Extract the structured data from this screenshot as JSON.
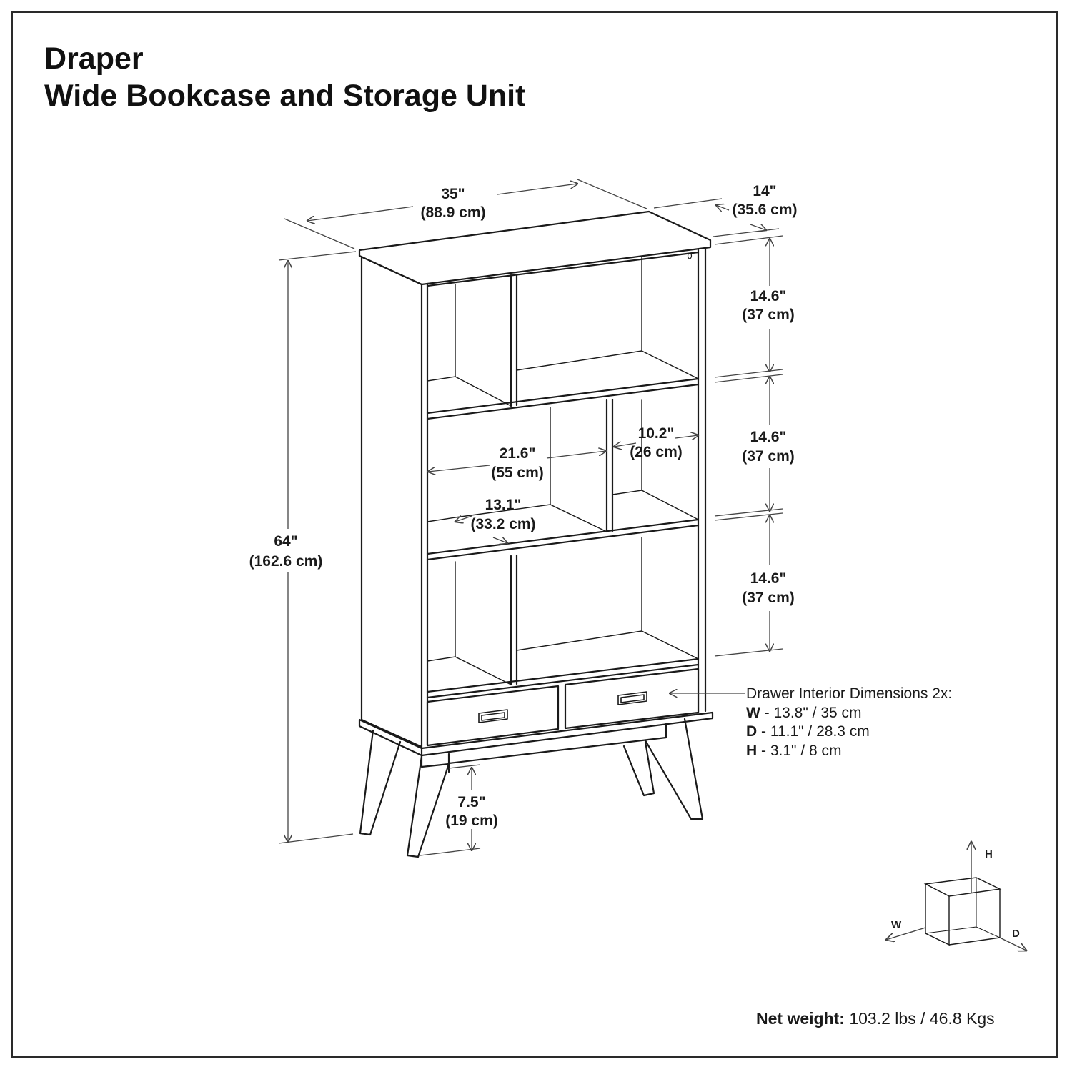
{
  "title": {
    "line1": "Draper",
    "line2": "Wide Bookcase and Storage Unit"
  },
  "dimensions": {
    "width": {
      "in": "35\"",
      "cm": "(88.9 cm)"
    },
    "depth": {
      "in": "14\"",
      "cm": "(35.6 cm)"
    },
    "height": {
      "in": "64\"",
      "cm": "(162.6 cm)"
    },
    "shelf_top": {
      "in": "14.6\"",
      "cm": "(37 cm)"
    },
    "shelf_middle": {
      "in": "14.6\"",
      "cm": "(37 cm)"
    },
    "shelf_bottom": {
      "in": "14.6\"",
      "cm": "(37 cm)"
    },
    "cubby_width_wide": {
      "in": "21.6\"",
      "cm": "(55 cm)"
    },
    "cubby_width_narrow": {
      "in": "10.2\"",
      "cm": "(26 cm)"
    },
    "cubby_depth": {
      "in": "13.1\"",
      "cm": "(33.2 cm)"
    },
    "leg_clearance": {
      "in": "7.5\"",
      "cm": "(19 cm)"
    }
  },
  "drawer_info": {
    "heading": "Drawer Interior Dimensions 2x:",
    "rows": [
      {
        "key": "W",
        "value": " - 13.8\" / 35 cm"
      },
      {
        "key": "D",
        "value": " - 11.1\" / 28.3 cm"
      },
      {
        "key": "H",
        "value": " - 3.1\" / 8 cm"
      }
    ]
  },
  "net_weight": {
    "label": "Net weight:",
    "value": " 103.2 lbs / 46.8 Kgs"
  },
  "axis_legend": {
    "h": "H",
    "w": "W",
    "d": "D"
  },
  "colors": {
    "line": "#1a1a1a",
    "dim_line": "#444444",
    "border": "#2a2a2a"
  }
}
